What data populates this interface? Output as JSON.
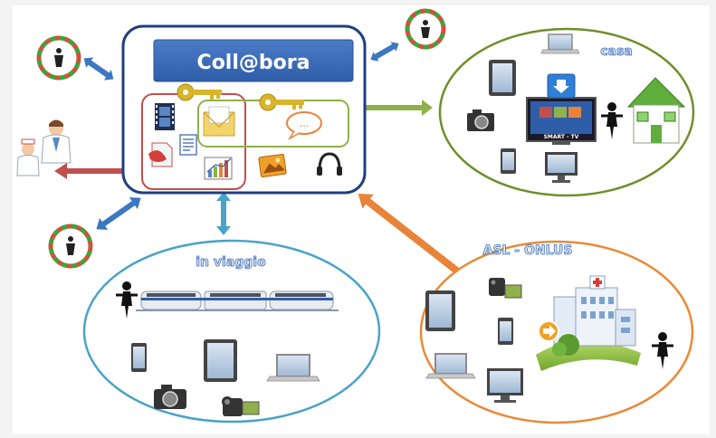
{
  "title": "Coll@bora",
  "zones": {
    "casa": "casa",
    "viaggio": "in viaggio",
    "asl": "ASL - ONLUS"
  },
  "tv_label": "SMART - TV",
  "chat_bubble": "...",
  "colors": {
    "background": "#f3f3f3",
    "hub_border": "#1f3f82",
    "title_bar": "#3f6fbe",
    "casa_border": "#6e8f2b",
    "viaggio_border": "#4aa3c6",
    "asl_border": "#e98a37",
    "arrow_blue": "#3c78c2",
    "arrow_red": "#c0504d",
    "arrow_green": "#8fb04a",
    "arrow_orange": "#e8843a",
    "key_gold": "#d8b52a",
    "house_green": "#5fae3c"
  }
}
